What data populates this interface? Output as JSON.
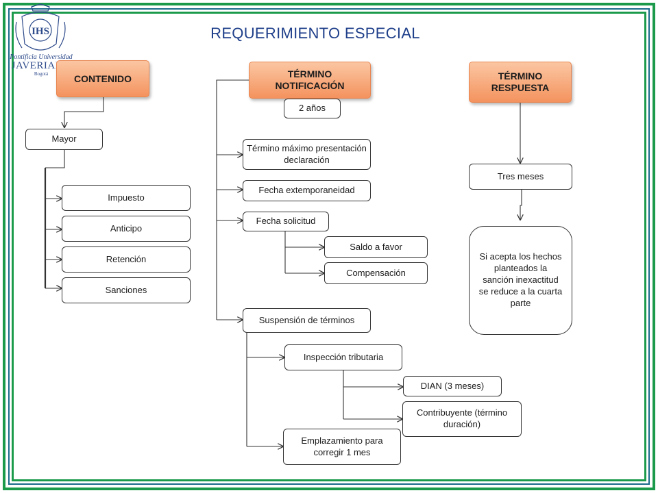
{
  "title": "REQUERIMIENTO ESPECIAL",
  "logo": {
    "line1": "Pontificia Universidad",
    "line2": "JAVERIANA",
    "line3": "Bogotá",
    "monogram": "IHS"
  },
  "colors": {
    "frame_green": "#1a9a4a",
    "frame_blue": "#1a6a8a",
    "title_blue": "#1f3f8a",
    "header_fill": "#f4935e"
  },
  "contenido": {
    "header": "CONTENIDO",
    "mayor": "Mayor",
    "items": [
      "Impuesto",
      "Anticipo",
      "Retención",
      "Sanciones"
    ]
  },
  "notificacion": {
    "header": "TÉRMINO NOTIFICACIÓN",
    "plazo": "2 años",
    "termino_maximo": "Término máximo presentación declaración",
    "extemporaneidad": "Fecha extemporaneidad",
    "solicitud": "Fecha solicitud",
    "saldo_favor": "Saldo a favor",
    "compensacion": "Compensación",
    "suspension": "Suspensión de términos",
    "inspeccion": "Inspección tributaria",
    "dian": "DIAN (3 meses)",
    "contribuyente": "Contribuyente (término duración)",
    "emplazamiento": "Emplazamiento para corregir 1 mes"
  },
  "respuesta": {
    "header": "TÉRMINO RESPUESTA",
    "tres_meses": "Tres meses",
    "reduccion": "Si acepta los hechos planteados la sanción inexactitud  se reduce a la cuarta parte"
  }
}
